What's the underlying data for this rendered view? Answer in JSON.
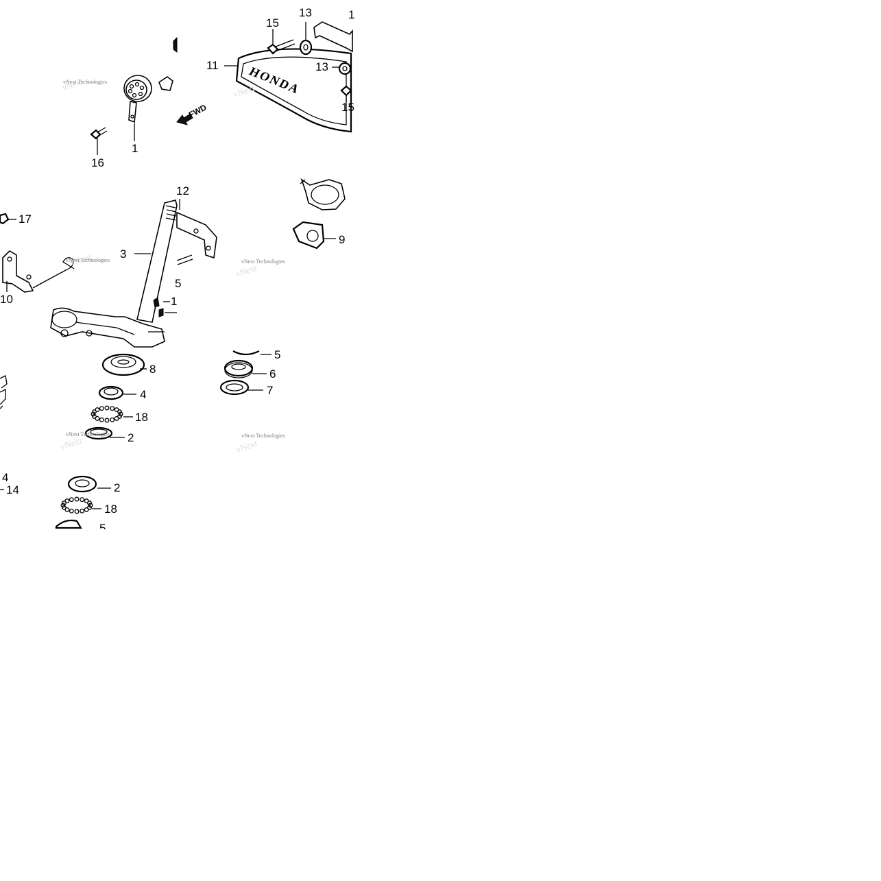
{
  "diagram": {
    "watermark_text": "vNext Technologies",
    "watermark_bg_text": "vNext",
    "fwd_label": "FWD",
    "logo_text": "HONDA",
    "labels": {
      "p1": "1",
      "p2a": "2",
      "p2b": "2",
      "p3": "3",
      "p4a": "4",
      "p4b": "4",
      "p5a": "5",
      "p5b": "5",
      "p5c": "5",
      "p6": "6",
      "p7": "7",
      "p8": "8",
      "p9": "9",
      "p10": "10",
      "p11": "11",
      "p12": "12",
      "p13a": "13",
      "p13b": "13",
      "p14": "14",
      "p15a": "15",
      "p15b": "15",
      "p16": "16",
      "p17": "17",
      "p18a": "18",
      "p18b": "18",
      "p1_top_right": "1",
      "p1_mid": "1"
    }
  }
}
